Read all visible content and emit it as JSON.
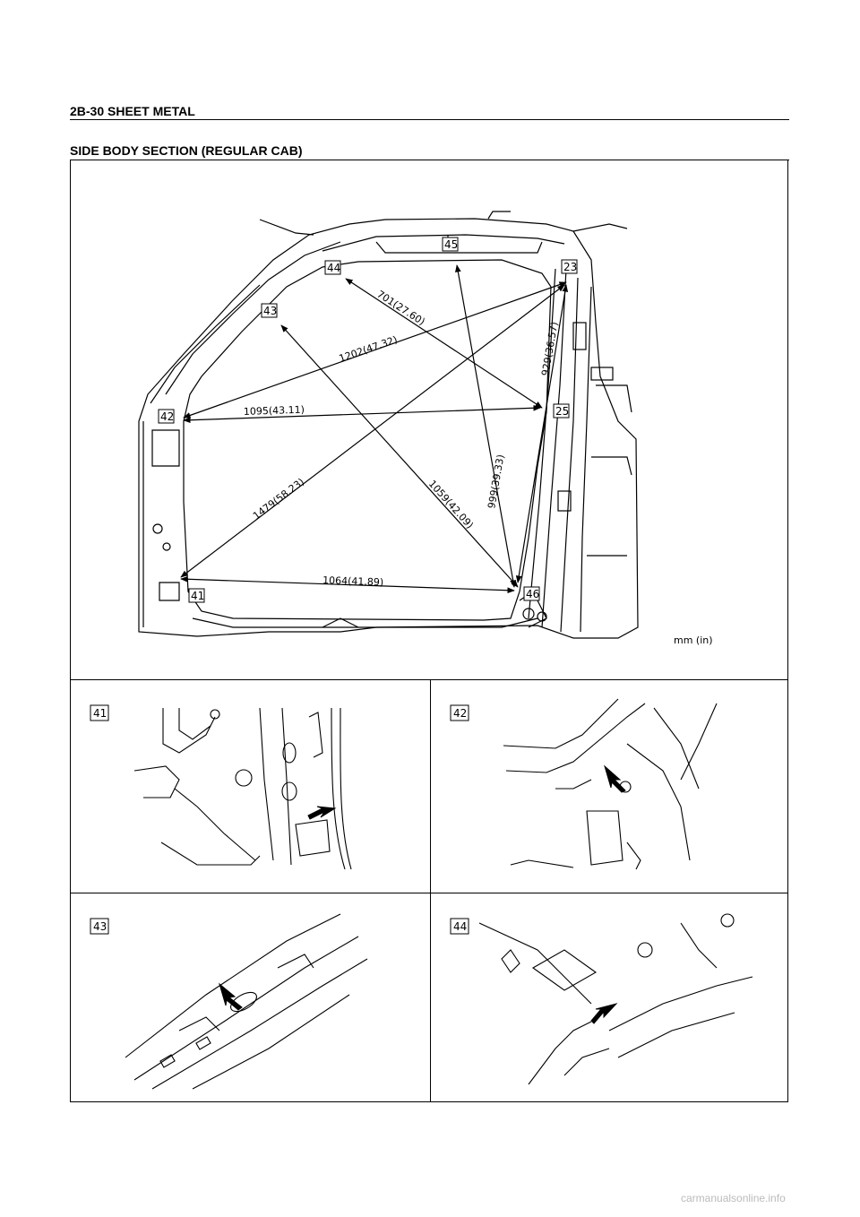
{
  "header": {
    "text": "2B-30  SHEET METAL"
  },
  "section": {
    "title": "SIDE BODY SECTION (REGULAR CAB)"
  },
  "diagram": {
    "points": {
      "p41": "41",
      "p42": "42",
      "p43": "43",
      "p44": "44",
      "p45": "45",
      "p46": "46",
      "p23": "23",
      "p25": "25"
    },
    "dimensions": {
      "d701": "701(27.60)",
      "d1202": "1202(47.32)",
      "d1095": "1095(43.11)",
      "d929": "929(36.57)",
      "d1479": "1479(58.23)",
      "d1059": "1059(42.09)",
      "d999": "999(39.33)",
      "d1064": "1064(41.89)"
    },
    "unit": "mm (in)"
  },
  "details": {
    "d41": "41",
    "d42": "42",
    "d43": "43",
    "d44": "44"
  },
  "footer": {
    "watermark": "carmanualsonline.info"
  }
}
